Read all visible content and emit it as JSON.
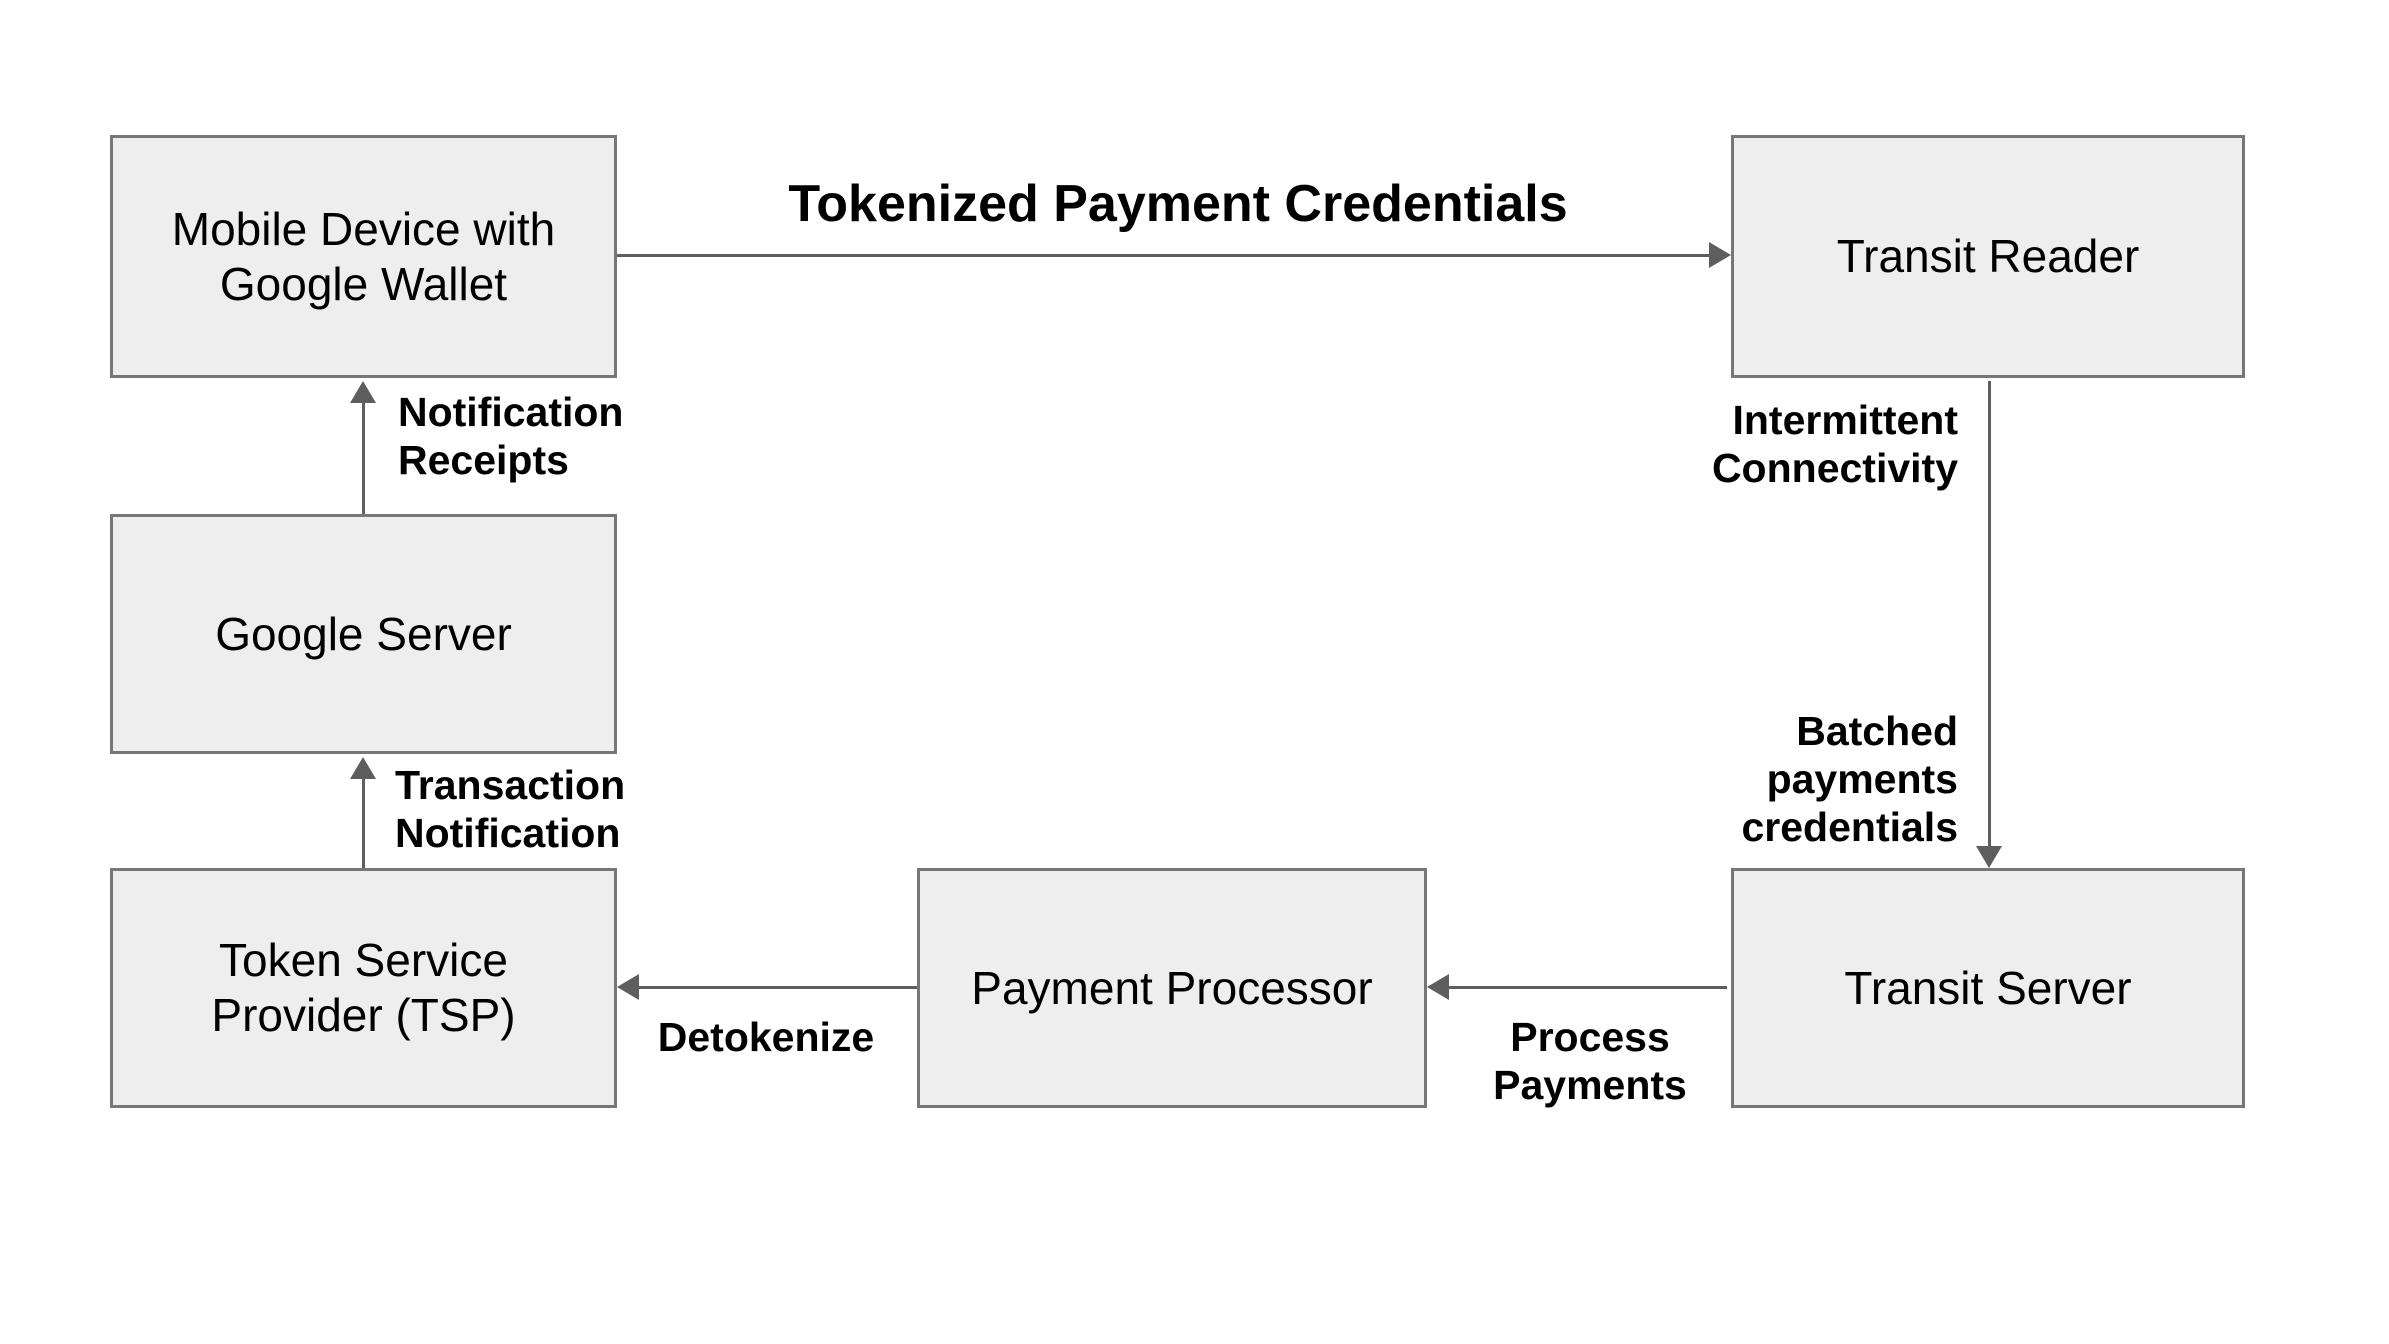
{
  "theme": {
    "background": "#ffffff",
    "box_fill": "#eeeeee",
    "box_border": "#777777",
    "arrow_color": "#5e5e5e",
    "node_text_color": "#000000",
    "edge_label_color": "#000000"
  },
  "nodes": {
    "mobile_device": {
      "label": "Mobile Device with\nGoogle Wallet"
    },
    "transit_reader": {
      "label": "Transit Reader"
    },
    "google_server": {
      "label": "Google Server"
    },
    "tsp": {
      "label": "Token Service\nProvider (TSP)"
    },
    "payment_processor": {
      "label": "Payment Processor"
    },
    "transit_server": {
      "label": "Transit Server"
    }
  },
  "edges": {
    "tokenized_payment_credentials": {
      "label": "Tokenized Payment Credentials",
      "from": "mobile_device",
      "to": "transit_reader"
    },
    "notification_receipts": {
      "label": "Notification\nReceipts",
      "from": "google_server",
      "to": "mobile_device"
    },
    "intermittent_connectivity": {
      "label": "Intermittent\nConnectivity",
      "from": "transit_reader",
      "to": "transit_server"
    },
    "batched_payments_credentials": {
      "label": "Batched\npayments\ncredentials",
      "from": "transit_reader",
      "to": "transit_server"
    },
    "transaction_notification": {
      "label": "Transaction\nNotification",
      "from": "tsp",
      "to": "google_server"
    },
    "detokenize": {
      "label": "Detokenize",
      "from": "payment_processor",
      "to": "tsp"
    },
    "process_payments": {
      "label": "Process\nPayments",
      "from": "transit_server",
      "to": "payment_processor"
    }
  }
}
